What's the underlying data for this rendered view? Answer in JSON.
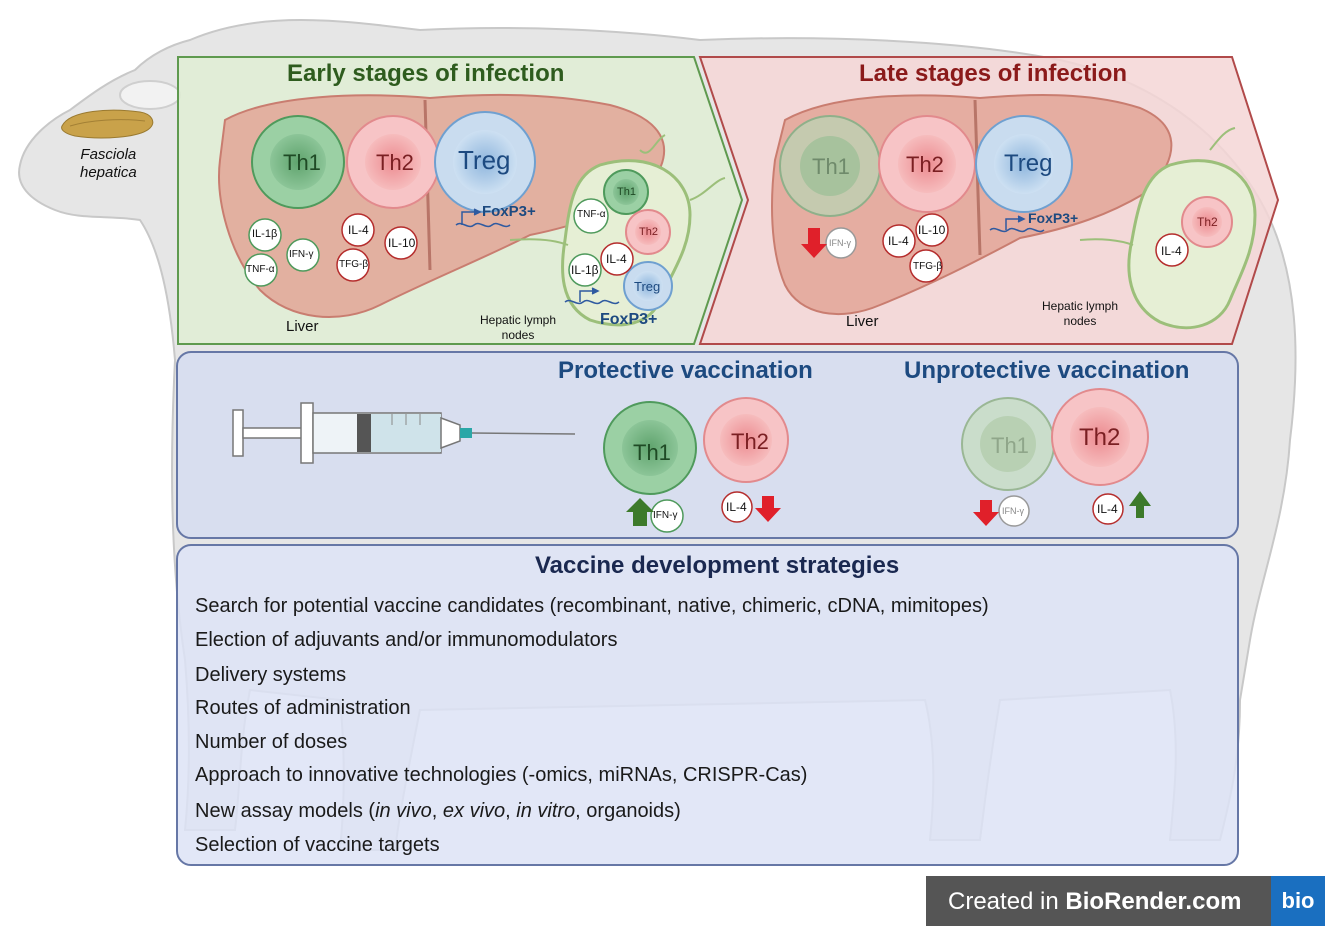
{
  "parasite": {
    "name_line1": "Fasciola",
    "name_line2": "hepatica"
  },
  "early": {
    "title": "Early stages of infection",
    "cells": {
      "th1": "Th1",
      "th2": "Th2",
      "treg": "Treg"
    },
    "cytokines": {
      "il1b": "IL-1β",
      "tnfa": "TNF-α",
      "ifng": "IFN-γ",
      "il4": "IL-4",
      "tgfb": "TFG-β",
      "il10": "IL-10"
    },
    "foxp3": "FoxP3+",
    "liver_label": "Liver",
    "lymph": {
      "label_line1": "Hepatic lymph",
      "label_line2": "nodes",
      "cells": {
        "th1": "Th1",
        "th2": "Th2",
        "treg": "Treg"
      },
      "cytokines": {
        "tnfa": "TNF-α",
        "il4": "IL-4",
        "il1b": "IL-1β"
      },
      "foxp3": "FoxP3+"
    }
  },
  "late": {
    "title": "Late stages of infection",
    "cells": {
      "th1": "Th1",
      "th2": "Th2",
      "treg": "Treg"
    },
    "cytokines": {
      "ifng": "IFN-γ",
      "il4": "IL-4",
      "il10": "IL-10",
      "tgfb": "TFG-β"
    },
    "foxp3": "FoxP3+",
    "liver_label": "Liver",
    "lymph": {
      "label_line1": "Hepatic lymph",
      "label_line2": "nodes",
      "cells": {
        "th2": "Th2"
      },
      "cytokines": {
        "il4": "IL-4"
      }
    }
  },
  "protective": {
    "title": "Protective vaccination",
    "th1": "Th1",
    "th2": "Th2",
    "ifng": "IFN-γ",
    "il4": "IL-4"
  },
  "unprotective": {
    "title": "Unprotective vaccination",
    "th1": "Th1",
    "th2": "Th2",
    "ifng": "IFN-γ",
    "il4": "IL-4"
  },
  "strategies": {
    "title": "Vaccine development strategies",
    "items": [
      "Search for potential vaccine candidates (recombinant, native, chimeric, cDNA, mimitopes)",
      "Election of adjuvants and/or immunomodulators",
      "Delivery systems",
      "Routes of administration",
      "Number of doses",
      "Approach to innovative technologies (-omics, miRNAs, CRISPR-Cas)"
    ],
    "assay": {
      "prefix": "New assay models (",
      "invivo": "in vivo",
      "sep1": ", ",
      "exvivo": "ex vivo",
      "sep2": ", ",
      "invitro": "in vitro",
      "suffix": ", organoids)"
    },
    "last_item": "Selection of vaccine targets"
  },
  "footer": {
    "created": "Created in ",
    "brand": "BioRender.com",
    "logo": "bio"
  },
  "colors": {
    "green_panel": "#e4efd9",
    "red_panel": "#f6dcdc",
    "blue_panel": "#d9dff0",
    "th1_green": "#6fb07a",
    "th2_pink": "#f2a5a8",
    "treg_blue": "#a9c8e6",
    "arrow_red": "#e0202a",
    "arrow_green": "#3d7a2a"
  }
}
